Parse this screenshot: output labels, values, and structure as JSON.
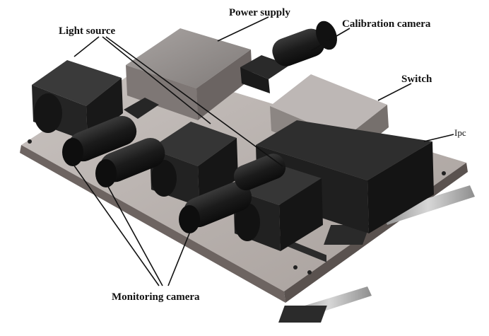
{
  "labels": {
    "light_source": "Light source",
    "power_supply": "Power supply",
    "calibration_camera": "Calibration camera",
    "switch": "Switch",
    "ipc": "Ipc",
    "monitoring_camera": "Monitoring camera"
  }
}
